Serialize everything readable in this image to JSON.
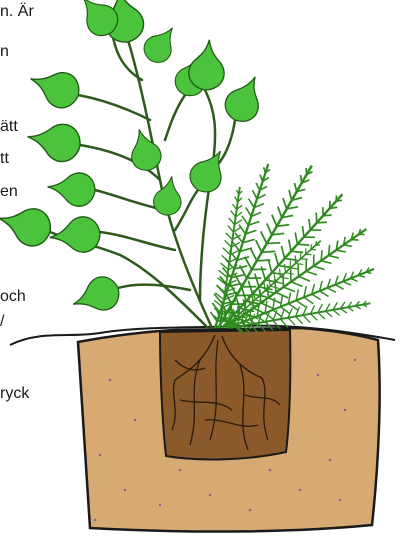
{
  "text_fragments": [
    "n. Är",
    "n",
    "ätt",
    "tt",
    "en",
    "och",
    "/",
    "ryck"
  ],
  "colors": {
    "leaf_fill": "#4cc33c",
    "leaf_outline": "#1f5a14",
    "stem": "#2e5a1e",
    "fern": "#2f8a1f",
    "soil": "#d7aa74",
    "root_ball": "#8b5a2b",
    "outline": "#1a1a1a"
  },
  "icons": [
    "leafy-plant-icon",
    "fern-plant-icon",
    "planting-hole-icon",
    "root-ball-icon"
  ]
}
